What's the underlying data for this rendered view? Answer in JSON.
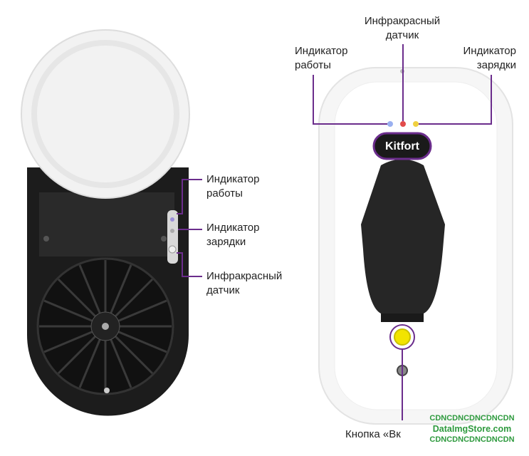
{
  "left": {
    "labels": [
      "Индикатор работы",
      "Индикатор зарядки",
      "Инфракрасный датчик"
    ]
  },
  "right": {
    "top_labels": [
      "Инфракрасный датчик",
      "Индикатор работы",
      "Индикатор зарядки"
    ],
    "brand": "Kitfort",
    "bottom_label": "Кнопка «Вк"
  },
  "watermark": {
    "line1": "CDNCDNCDNCDNCDN",
    "line2": "DataImgStore.com",
    "line3": "CDNCDNCDNCDNCDN"
  },
  "colors": {
    "accent": "#6b2d8c",
    "yellow": "#f2e400"
  }
}
